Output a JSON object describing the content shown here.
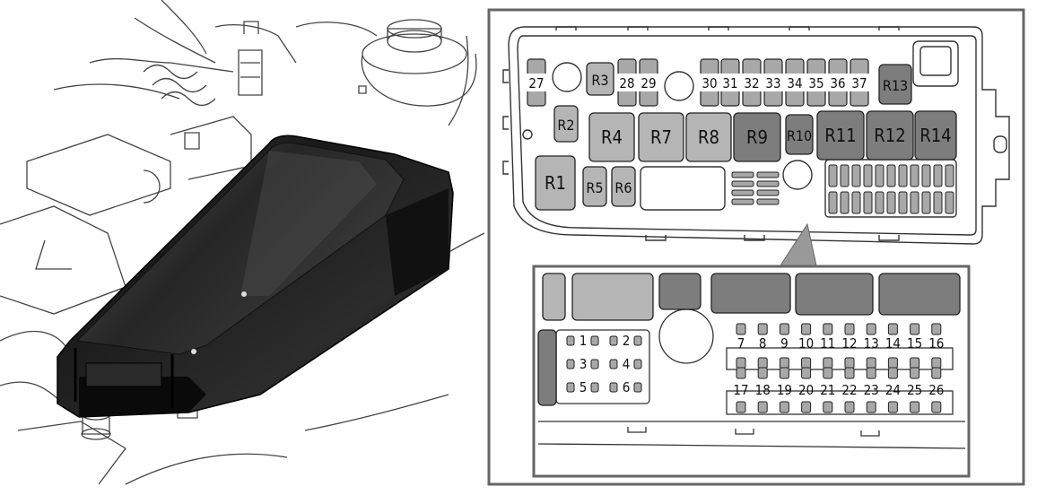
{
  "main_box": {
    "relays": [
      {
        "id": "R1",
        "label": "R1"
      },
      {
        "id": "R2",
        "label": "R2"
      },
      {
        "id": "R3",
        "label": "R3"
      },
      {
        "id": "R4",
        "label": "R4"
      },
      {
        "id": "R5",
        "label": "R5"
      },
      {
        "id": "R6",
        "label": "R6"
      },
      {
        "id": "R7",
        "label": "R7"
      },
      {
        "id": "R8",
        "label": "R8"
      },
      {
        "id": "R9",
        "label": "R9"
      },
      {
        "id": "R10",
        "label": "R10"
      },
      {
        "id": "R11",
        "label": "R11"
      },
      {
        "id": "R12",
        "label": "R12"
      },
      {
        "id": "R13",
        "label": "R13"
      },
      {
        "id": "R14",
        "label": "R14"
      }
    ],
    "fuses": [
      "27",
      "28",
      "29",
      "30",
      "31",
      "32",
      "33",
      "34",
      "35",
      "36",
      "37"
    ]
  },
  "detail": {
    "mini_fuses": [
      "1",
      "2",
      "3",
      "4",
      "5",
      "6"
    ],
    "fuse_row_top": [
      "7",
      "8",
      "9",
      "10",
      "11",
      "12",
      "13",
      "14",
      "15",
      "16"
    ],
    "fuse_row_bottom": [
      "17",
      "18",
      "19",
      "20",
      "21",
      "22",
      "23",
      "24",
      "25",
      "26"
    ]
  },
  "colors": {
    "relay_fill": "#b5b5b5",
    "relay_dark": "#7d7d7d",
    "fuse_fill": "#a8a8a8",
    "line": "#222222"
  }
}
